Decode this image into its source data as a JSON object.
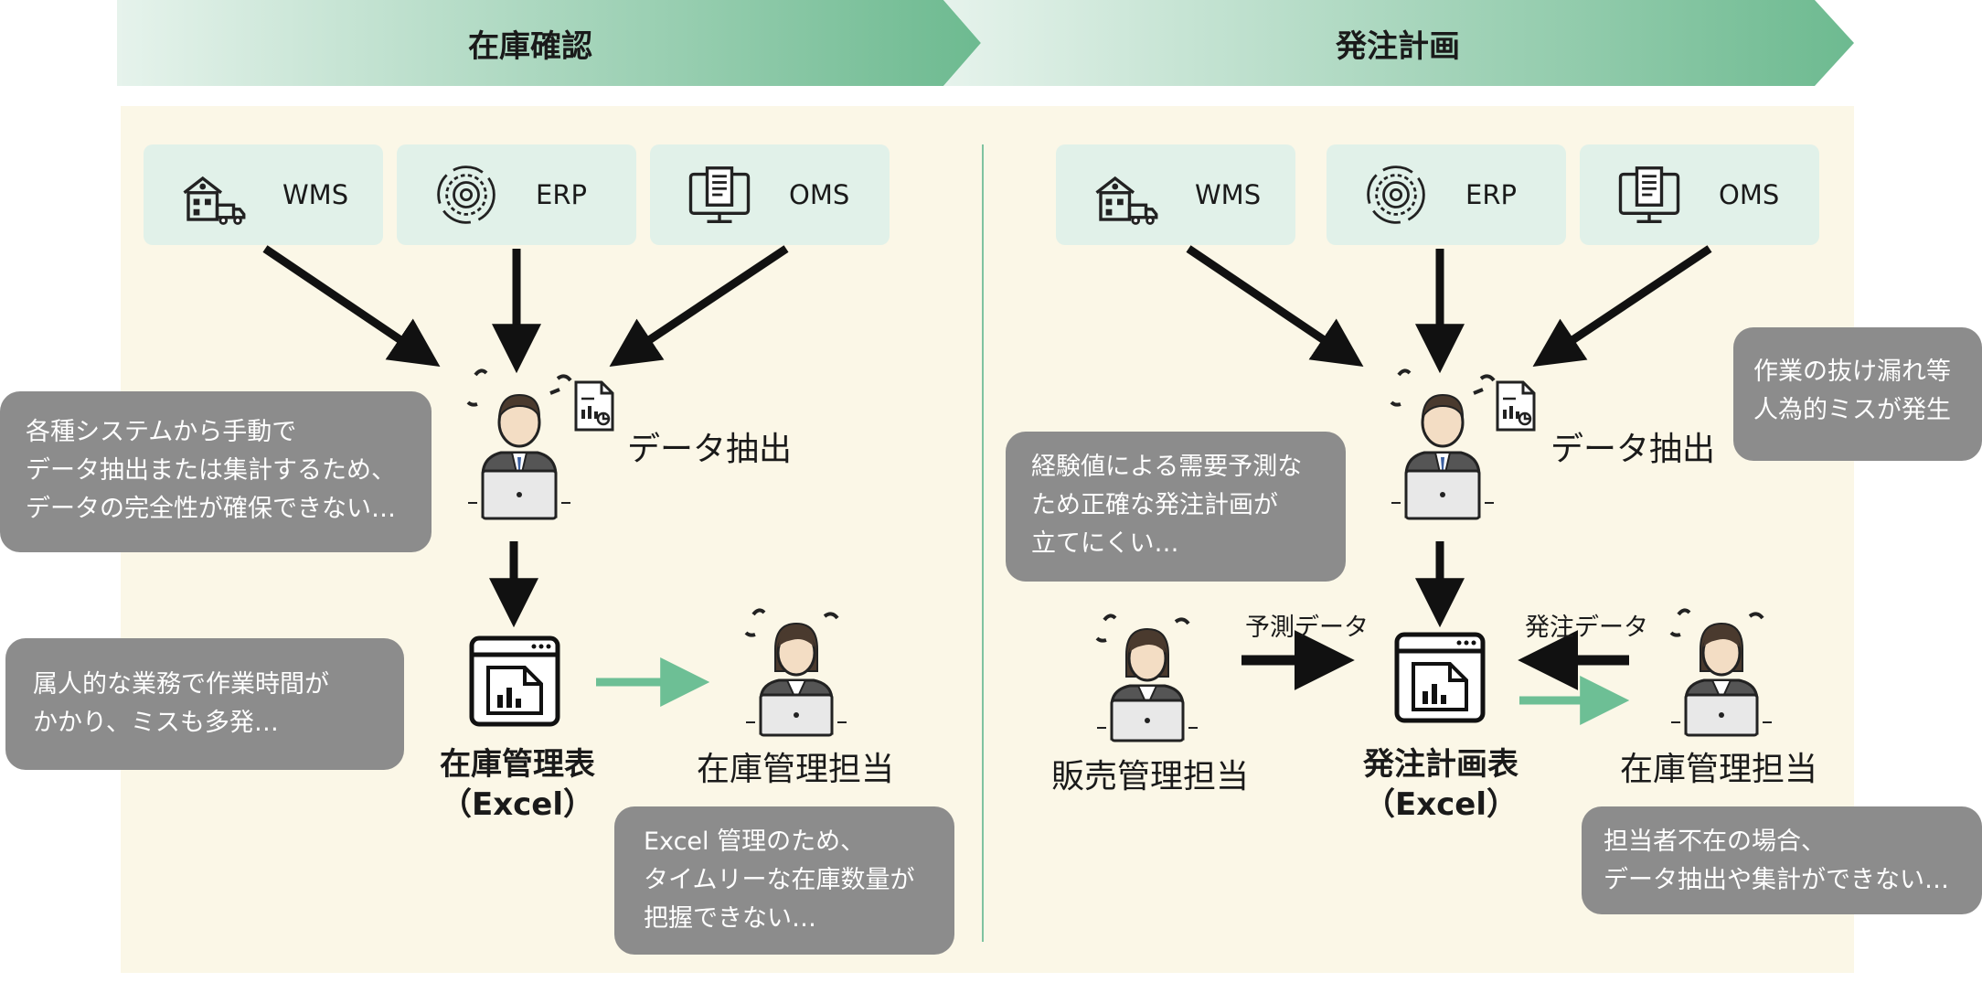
{
  "phases": [
    {
      "title": "在庫確認"
    },
    {
      "title": "発注計画"
    }
  ],
  "systems": {
    "wms": "WMS",
    "erp": "ERP",
    "oms": "OMS"
  },
  "left": {
    "extract_label": "データ抽出",
    "table_label": "在庫管理表\n（Excel）",
    "staff_label": "在庫管理担当",
    "bubble_manual": "各種システムから手動で\nデータ抽出または集計するため、\nデータの完全性が確保できない…",
    "bubble_personal": "属人的な業務で作業時間が\nかかり、ミスも多発…",
    "bubble_excel": "Excel 管理のため、\nタイムリーな在庫数量が\n把握できない…"
  },
  "right": {
    "extract_label": "データ抽出",
    "table_label": "発注計画表\n（Excel）",
    "sales_label": "販売管理担当",
    "staff_label": "在庫管理担当",
    "forecast_label": "予測データ",
    "order_label": "発注データ",
    "bubble_experience": "経験値による需要予測な\nため正確な発注計画が\n立てにくい…",
    "bubble_omission": "作業の抜け漏れ等\n人為的ミスが発生",
    "bubble_absence": "担当者不在の場合、\nデータ抽出や集計ができない…"
  },
  "colors": {
    "panel_bg": "#fbf7e7",
    "system_bg": "#e1f1e9",
    "bubble_bg": "#8c8c8c",
    "accent_green": "#6dbf95",
    "divider": "#7fc3a0"
  }
}
